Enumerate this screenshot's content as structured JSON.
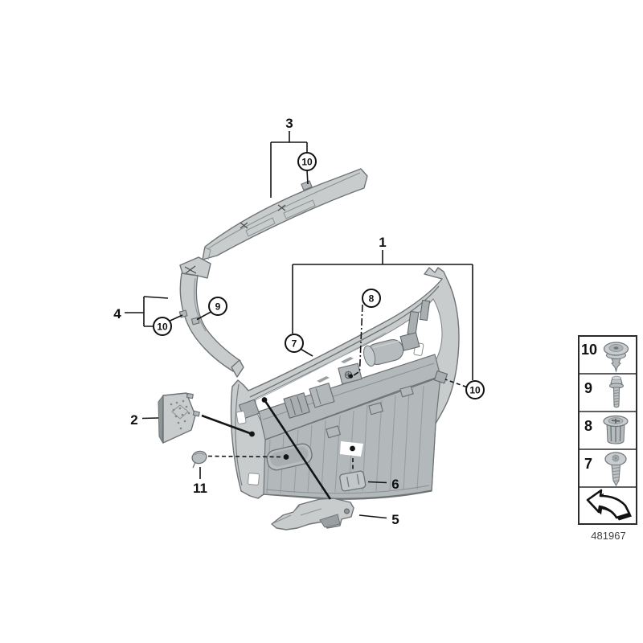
{
  "colors": {
    "background": "#ffffff",
    "part_fill_light": "#c8cccd",
    "part_fill_mid": "#b3b8ba",
    "part_fill_dark": "#a9afb1",
    "part_outline": "#6e7376",
    "callout_line": "#141414",
    "legend_border": "#2a2a2a",
    "id_text": "#3f3f3f"
  },
  "callouts": {
    "c1": "1",
    "c2": "2",
    "c3": "3",
    "c4": "4",
    "c5": "5",
    "c6": "6",
    "c11": "11",
    "circled_strip_10": "10",
    "circled_pillar_10": "10",
    "circled_pillar_9": "9",
    "circled_panel_7": "7",
    "circled_panel_8": "8",
    "circled_panel_right_10": "10"
  },
  "legend": {
    "rows": [
      {
        "number": "10",
        "icon": "push-rivet-clip-icon"
      },
      {
        "number": "9",
        "icon": "hex-flange-screw-icon"
      },
      {
        "number": "8",
        "icon": "expanding-nut-icon"
      },
      {
        "number": "7",
        "icon": "pan-head-screw-icon"
      }
    ],
    "arrow_icon": "installation-direction-arrow-icon"
  },
  "footer": {
    "diagram_id": "481967"
  }
}
